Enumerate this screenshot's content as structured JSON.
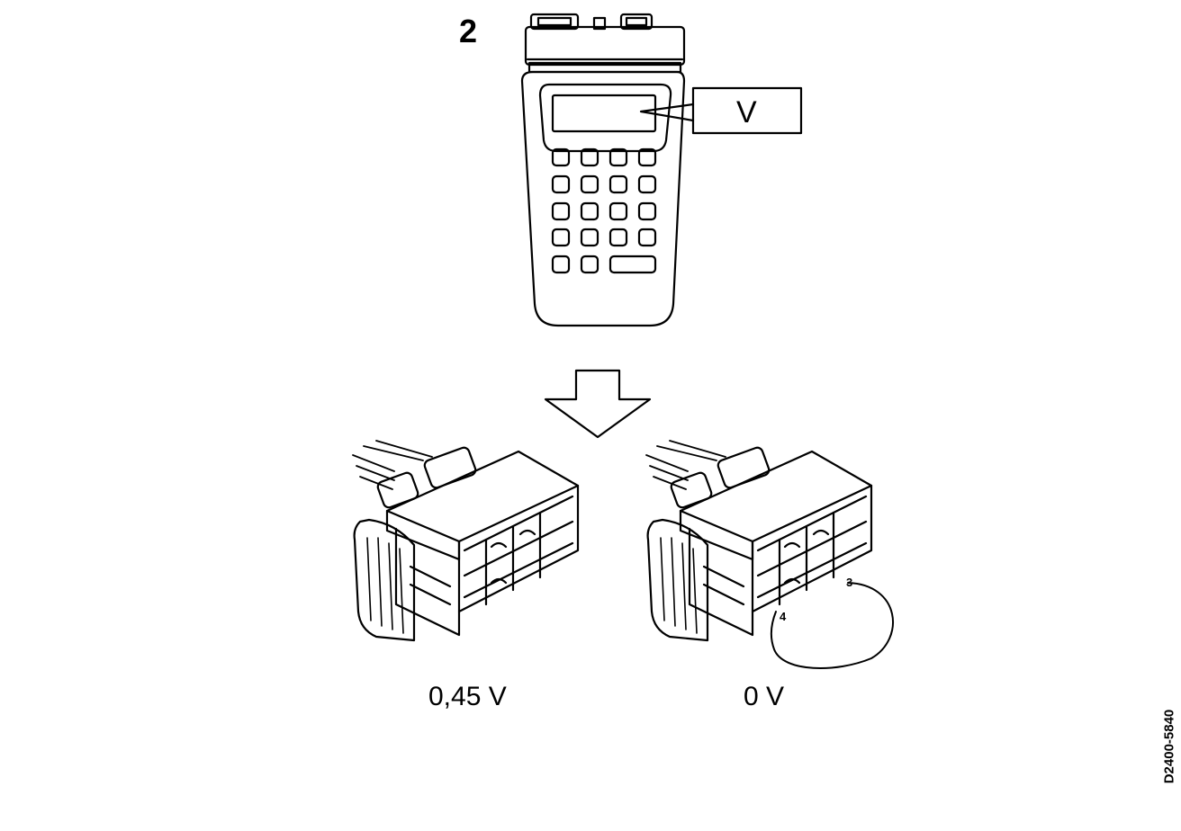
{
  "step_number": "2",
  "tester": {
    "display_unit": "V"
  },
  "measurements": [
    {
      "reading": "0,45 V"
    },
    {
      "reading": "0 V",
      "pins": [
        "3",
        "4"
      ]
    }
  ],
  "reference_code": "D2400-5840"
}
